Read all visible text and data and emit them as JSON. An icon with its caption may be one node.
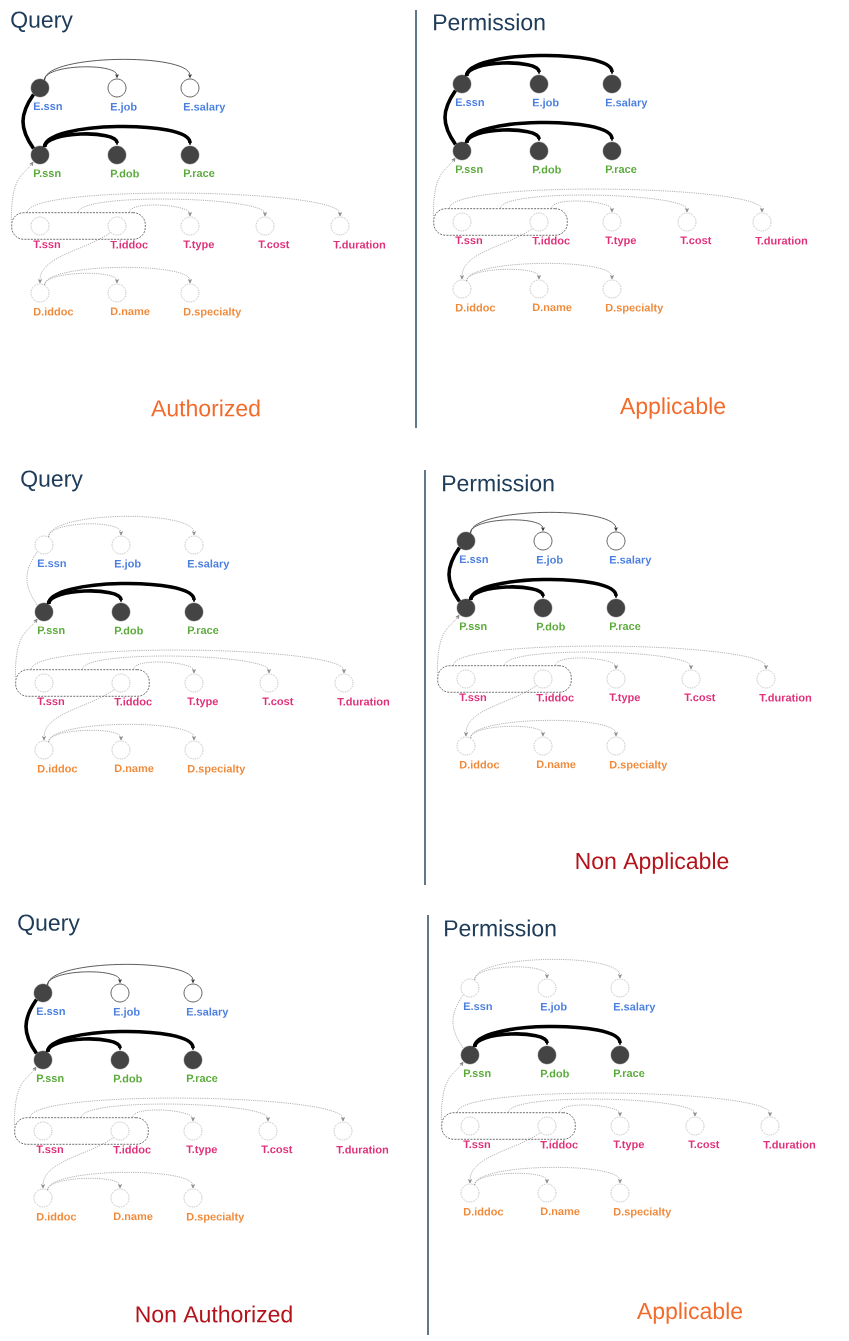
{
  "diagram": {
    "nodes": [
      {
        "text": [
          "E.ssn"
        ]
      },
      {
        "text": [
          "E.job"
        ]
      },
      {
        "text": [
          "E.salary"
        ]
      },
      {
        "text": [
          "P.ssn"
        ]
      },
      {
        "text": [
          "P.dob"
        ]
      },
      {
        "text": [
          "P.race"
        ]
      },
      {
        "text": [],
        "shape": "box"
      },
      {
        "text": [
          "T.ssn"
        ],
        "in": 6
      },
      {
        "text": [
          "T.iddoc"
        ],
        "in": 6
      },
      {
        "text": [
          "T.type"
        ]
      },
      {
        "text": [
          "T.cost"
        ]
      },
      {
        "text": [
          "T.duration"
        ]
      },
      {
        "text": [
          "D.iddoc"
        ]
      },
      {
        "text": [
          "D.name"
        ]
      },
      {
        "text": [
          "D.specialty"
        ]
      },
      {
        "text": [
          "E.ssn"
        ]
      },
      {
        "text": [
          "E.job"
        ]
      },
      {
        "text": [
          "E.salary"
        ]
      },
      {
        "text": [
          "P.ssn"
        ]
      },
      {
        "text": [
          "P.dob"
        ]
      },
      {
        "text": [
          "P.race"
        ]
      },
      {
        "text": [],
        "shape": "box"
      },
      {
        "text": [
          "T.ssn"
        ],
        "in": 21
      },
      {
        "text": [
          "T.iddoc"
        ],
        "in": 21
      },
      {
        "text": [
          "T.type"
        ]
      },
      {
        "text": [
          "T.cost"
        ]
      },
      {
        "text": [
          "T.duration"
        ]
      },
      {
        "text": [
          "D.iddoc"
        ]
      },
      {
        "text": [
          "D.name"
        ]
      },
      {
        "text": [
          "D.specialty"
        ]
      },
      {
        "text": [
          "E.ssn"
        ]
      },
      {
        "text": [
          "E.job"
        ]
      },
      {
        "text": [
          "E.salary"
        ]
      },
      {
        "text": [
          "P.ssn"
        ]
      },
      {
        "text": [
          "P.dob"
        ]
      },
      {
        "text": [
          "P.race"
        ]
      },
      {
        "text": [],
        "shape": "box"
      },
      {
        "text": [
          "T.ssn"
        ],
        "in": 36
      },
      {
        "text": [
          "T.iddoc"
        ],
        "in": 36
      },
      {
        "text": [
          "T.type"
        ]
      },
      {
        "text": [
          "T.cost"
        ]
      },
      {
        "text": [
          "T.duration"
        ]
      },
      {
        "text": [
          "D.iddoc"
        ]
      },
      {
        "text": [
          "D.name"
        ]
      },
      {
        "text": [
          "D.specialty"
        ]
      },
      {
        "text": [
          "E.ssn"
        ]
      },
      {
        "text": [
          "E.job"
        ]
      },
      {
        "text": [
          "E.salary"
        ]
      },
      {
        "text": [
          "P.ssn"
        ]
      },
      {
        "text": [
          "P.dob"
        ]
      },
      {
        "text": [
          "P.race"
        ]
      },
      {
        "text": [],
        "shape": "box"
      },
      {
        "text": [
          "T.ssn"
        ],
        "in": 51
      },
      {
        "text": [
          "T.iddoc"
        ],
        "in": 51
      },
      {
        "text": [
          "T.type"
        ]
      },
      {
        "text": [
          "T.cost"
        ]
      },
      {
        "text": [
          "T.duration"
        ]
      },
      {
        "text": [
          "D.iddoc"
        ]
      },
      {
        "text": [
          "D.name"
        ]
      },
      {
        "text": [
          "D.specialty"
        ]
      },
      {
        "text": [
          "E.ssn"
        ]
      },
      {
        "text": [
          "E.job"
        ]
      },
      {
        "text": [
          "E.salary"
        ]
      },
      {
        "text": [
          "P.ssn"
        ]
      },
      {
        "text": [
          "P.dob"
        ]
      },
      {
        "text": [
          "P.race"
        ]
      },
      {
        "text": [],
        "shape": "box"
      },
      {
        "text": [
          "T.ssn"
        ],
        "in": 66
      },
      {
        "text": [
          "T.iddoc"
        ],
        "in": 66
      },
      {
        "text": [
          "T.type"
        ]
      },
      {
        "text": [
          "T.cost"
        ]
      },
      {
        "text": [
          "T.duration"
        ]
      },
      {
        "text": [
          "D.iddoc"
        ]
      },
      {
        "text": [
          "D.name"
        ]
      },
      {
        "text": [
          "D.specialty"
        ]
      },
      {
        "text": [
          "E.ssn"
        ]
      },
      {
        "text": [
          "E.job"
        ]
      },
      {
        "text": [
          "E.salary"
        ]
      },
      {
        "text": [
          "P.ssn"
        ]
      },
      {
        "text": [
          "P.dob"
        ]
      },
      {
        "text": [
          "P.race"
        ]
      },
      {
        "text": [],
        "shape": "box"
      },
      {
        "text": [
          "T.ssn"
        ],
        "in": 81
      },
      {
        "text": [
          "T.iddoc"
        ],
        "in": 81
      },
      {
        "text": [
          "T.type"
        ]
      },
      {
        "text": [
          "T.cost"
        ]
      },
      {
        "text": [
          "T.duration"
        ]
      },
      {
        "text": [
          "D.iddoc"
        ]
      },
      {
        "text": [
          "D.name"
        ]
      },
      {
        "text": [
          "D.specialty"
        ]
      }
    ],
    "edges": [
      {
        "from": 0,
        "to": 1,
        "arrow": "to",
        "color": "#333333"
      },
      {
        "from": 0,
        "to": 2,
        "arrow": "to",
        "color": "#333333"
      },
      {
        "from": 0,
        "to": 3,
        "arrow": "none",
        "style": "thick",
        "color": "#000000"
      },
      {
        "from": 3,
        "to": 4,
        "arrow": "to",
        "style": "thick",
        "color": "#000000"
      },
      {
        "from": 3,
        "to": 5,
        "arrow": "to",
        "style": "thick",
        "color": "#000000"
      },
      {
        "from": 6,
        "to": 3,
        "arrow": "to",
        "style": "dashed"
      },
      {
        "from": 6,
        "to": 9,
        "arrow": "to",
        "style": "dashed"
      },
      {
        "from": 6,
        "to": 10,
        "arrow": "to",
        "style": "dashed"
      },
      {
        "from": 6,
        "to": 11,
        "arrow": "to",
        "style": "dashed"
      },
      {
        "from": 8,
        "to": 12,
        "arrow": "to",
        "style": "dashed"
      },
      {
        "from": 12,
        "to": 13,
        "arrow": "to",
        "style": "dashed"
      },
      {
        "from": 12,
        "to": 14,
        "arrow": "to",
        "style": "dashed"
      },
      {
        "from": 15,
        "to": 16,
        "arrow": "to",
        "style": "thick",
        "color": "#000000"
      },
      {
        "from": 15,
        "to": 17,
        "arrow": "to",
        "style": "thick",
        "color": "#000000"
      },
      {
        "from": 15,
        "to": 18,
        "arrow": "none",
        "style": "thick",
        "color": "#000000"
      },
      {
        "from": 18,
        "to": 19,
        "arrow": "to",
        "style": "thick",
        "color": "#000000"
      },
      {
        "from": 18,
        "to": 20,
        "arrow": "to",
        "style": "thick",
        "color": "#000000"
      },
      {
        "from": 21,
        "to": 18,
        "arrow": "to",
        "style": "dashed"
      },
      {
        "from": 21,
        "to": 24,
        "arrow": "to",
        "style": "dashed"
      },
      {
        "from": 21,
        "to": 25,
        "arrow": "to",
        "style": "dashed"
      },
      {
        "from": 21,
        "to": 26,
        "arrow": "to",
        "style": "dashed"
      },
      {
        "from": 23,
        "to": 27,
        "arrow": "to",
        "style": "dashed"
      },
      {
        "from": 27,
        "to": 28,
        "arrow": "to",
        "style": "dashed"
      },
      {
        "from": 27,
        "to": 29,
        "arrow": "to",
        "style": "dashed"
      },
      {
        "from": 30,
        "to": 31,
        "arrow": "to",
        "style": "dashed"
      },
      {
        "from": 30,
        "to": 32,
        "arrow": "to",
        "style": "dashed"
      },
      {
        "from": 30,
        "to": 33,
        "arrow": "none",
        "style": "dashed"
      },
      {
        "from": 33,
        "to": 34,
        "arrow": "to",
        "style": "thick",
        "color": "#000000"
      },
      {
        "from": 33,
        "to": 35,
        "arrow": "to",
        "style": "thick",
        "color": "#000000"
      },
      {
        "from": 36,
        "to": 33,
        "arrow": "to",
        "style": "dashed"
      },
      {
        "from": 36,
        "to": 39,
        "arrow": "to",
        "style": "dashed"
      },
      {
        "from": 36,
        "to": 40,
        "arrow": "to",
        "style": "dashed"
      },
      {
        "from": 36,
        "to": 41,
        "arrow": "to",
        "style": "dashed"
      },
      {
        "from": 38,
        "to": 42,
        "arrow": "to",
        "style": "dashed"
      },
      {
        "from": 42,
        "to": 43,
        "arrow": "to",
        "style": "dashed"
      },
      {
        "from": 42,
        "to": 44,
        "arrow": "to",
        "style": "dashed"
      },
      {
        "from": 45,
        "to": 46,
        "arrow": "to",
        "color": "#333333"
      },
      {
        "from": 45,
        "to": 47,
        "arrow": "to",
        "color": "#333333"
      },
      {
        "from": 45,
        "to": 48,
        "arrow": "none",
        "style": "thick",
        "color": "#000000"
      },
      {
        "from": 48,
        "to": 49,
        "arrow": "to",
        "style": "thick",
        "color": "#000000"
      },
      {
        "from": 48,
        "to": 50,
        "arrow": "to",
        "style": "thick",
        "color": "#000000"
      },
      {
        "from": 51,
        "to": 48,
        "arrow": "to",
        "style": "dashed"
      },
      {
        "from": 51,
        "to": 54,
        "arrow": "to",
        "style": "dashed"
      },
      {
        "from": 51,
        "to": 55,
        "arrow": "to",
        "style": "dashed"
      },
      {
        "from": 51,
        "to": 56,
        "arrow": "to",
        "style": "dashed"
      },
      {
        "from": 53,
        "to": 57,
        "arrow": "to",
        "style": "dashed"
      },
      {
        "from": 57,
        "to": 58,
        "arrow": "to",
        "style": "dashed"
      },
      {
        "from": 57,
        "to": 59,
        "arrow": "to",
        "style": "dashed"
      },
      {
        "from": 60,
        "to": 61,
        "arrow": "to",
        "color": "#333333"
      },
      {
        "from": 60,
        "to": 62,
        "arrow": "to",
        "color": "#333333"
      },
      {
        "from": 60,
        "to": 63,
        "arrow": "none",
        "style": "thick",
        "color": "#000000"
      },
      {
        "from": 63,
        "to": 64,
        "arrow": "to",
        "style": "thick",
        "color": "#000000"
      },
      {
        "from": 63,
        "to": 65,
        "arrow": "to",
        "style": "thick",
        "color": "#000000"
      },
      {
        "from": 66,
        "to": 63,
        "arrow": "to",
        "style": "dashed"
      },
      {
        "from": 66,
        "to": 69,
        "arrow": "to",
        "style": "dashed"
      },
      {
        "from": 66,
        "to": 70,
        "arrow": "to",
        "style": "dashed"
      },
      {
        "from": 66,
        "to": 71,
        "arrow": "to",
        "style": "dashed"
      },
      {
        "from": 68,
        "to": 72,
        "arrow": "to",
        "style": "dashed"
      },
      {
        "from": 72,
        "to": 73,
        "arrow": "to",
        "style": "dashed"
      },
      {
        "from": 72,
        "to": 74,
        "arrow": "to",
        "style": "dashed"
      },
      {
        "from": 75,
        "to": 76,
        "arrow": "to",
        "style": "dashed"
      },
      {
        "from": 75,
        "to": 77,
        "arrow": "to",
        "style": "dashed"
      },
      {
        "from": 75,
        "to": 78,
        "arrow": "none",
        "style": "dashed"
      },
      {
        "from": 78,
        "to": 79,
        "arrow": "to",
        "style": "thick",
        "color": "#000000"
      },
      {
        "from": 78,
        "to": 80,
        "arrow": "to",
        "style": "thick",
        "color": "#000000"
      },
      {
        "from": 81,
        "to": 78,
        "arrow": "to",
        "style": "dashed"
      },
      {
        "from": 81,
        "to": 84,
        "arrow": "to",
        "style": "dashed"
      },
      {
        "from": 81,
        "to": 85,
        "arrow": "to",
        "style": "dashed"
      },
      {
        "from": 81,
        "to": 86,
        "arrow": "to",
        "style": "dashed"
      },
      {
        "from": 83,
        "to": 87,
        "arrow": "to",
        "style": "dashed"
      },
      {
        "from": 87,
        "to": 88,
        "arrow": "to",
        "style": "dashed"
      },
      {
        "from": 87,
        "to": 89,
        "arrow": "to",
        "style": "dashed"
      }
    ],
    "labels": [
      "Query",
      "Permission",
      "Authorized",
      "Applicable",
      "Query",
      "Permission",
      "Non Applicable",
      "Query",
      "Permission",
      "Non Authorized",
      "Applicable"
    ]
  }
}
